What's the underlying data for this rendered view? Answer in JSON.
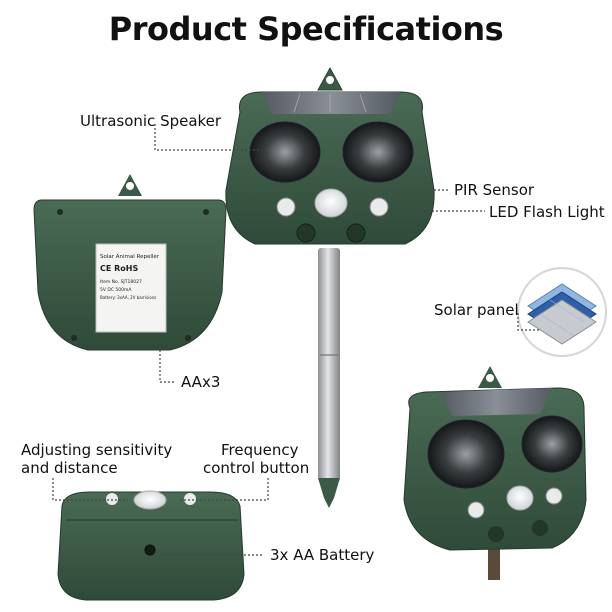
{
  "page": {
    "title": "Product Specifications"
  },
  "labels": {
    "ultrasonic_speaker": "Ultrasonic Speaker",
    "pir_sensor": "PIR Sensor",
    "led_flash_light": "LED Flash Light",
    "solar_panel": "Solar panel",
    "aax3": "AAx3",
    "adjusting_line1": "Adjusting sensitivity",
    "adjusting_line2": "and distance",
    "frequency_line1": "Frequency",
    "frequency_line2": "control button",
    "battery": "3x AA  Battery"
  },
  "back_sticker": {
    "heading": "Solar Animal Repeller",
    "marks": "CE  RoHS",
    "line1": "Item No. SJT18027",
    "line2": "5V DC 500mA",
    "line3": "Battery: 3xAA, 2V barrisions"
  },
  "colors": {
    "housing": "#3f5e4a",
    "housing_dark": "#2c4536",
    "solar": "#6b6f78",
    "stake": "#b5b8bb"
  }
}
